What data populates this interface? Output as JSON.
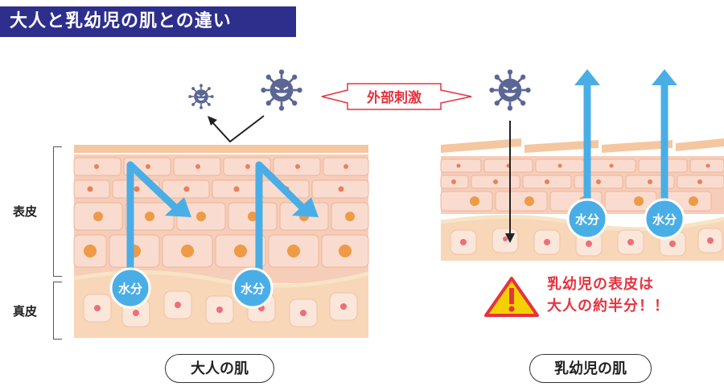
{
  "title": "大人と乳幼児の肌との違い",
  "labels": {
    "epidermis": "表皮",
    "dermis": "真皮",
    "moisture": "水分",
    "external_stimulus": "外部刺激"
  },
  "panels": {
    "adult": {
      "caption": "大人の肌"
    },
    "infant": {
      "caption": "乳幼児の肌"
    }
  },
  "warning": {
    "line1": "乳幼児の表皮は",
    "line2": "大人の約半分！！"
  },
  "colors": {
    "title_bg": "#2e2f8c",
    "skin_surface": "#f4c7a0",
    "epidermis_bg": "#f6cdb8",
    "dermis_bg": "#f8d6b8",
    "moisture_blue": "#4aaee6",
    "virus": "#5b6695",
    "warning_red": "#e5333f",
    "warning_yellow": "#f5d000"
  }
}
